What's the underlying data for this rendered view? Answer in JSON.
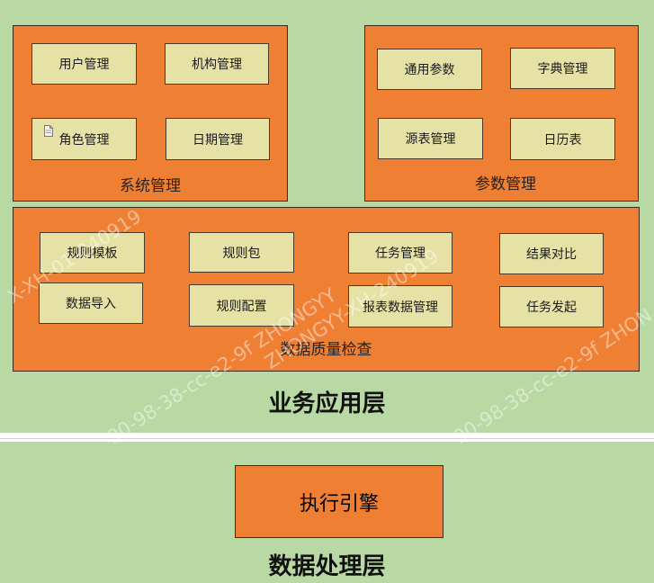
{
  "business_layer": {
    "title": "业务应用层",
    "system_mgmt": {
      "label": "系统管理",
      "modules": [
        "用户管理",
        "机构管理",
        "角色管理",
        "日期管理"
      ]
    },
    "param_mgmt": {
      "label": "参数管理",
      "modules": [
        "通用参数",
        "字典管理",
        "源表管理",
        "日历表"
      ]
    },
    "dq_check": {
      "label": "数据质量检查",
      "modules": [
        "规则模板",
        "规则包",
        "任务管理",
        "结果对比",
        "数据导入",
        "规则配置",
        "报表数据管理",
        "任务发起"
      ]
    }
  },
  "data_layer": {
    "title": "数据处理层",
    "engine": "执行引擎"
  },
  "watermarks": [
    "X-XH-01-240919",
    "ZHONGYY-XH-240919",
    "90-98-38-cc-e2-9f ZHONGYY",
    "90-98-38-cc-e2-9f ZHON"
  ],
  "colors": {
    "background": "#b9d9a4",
    "container": "#ef7f33",
    "module": "#e6e2a6"
  }
}
